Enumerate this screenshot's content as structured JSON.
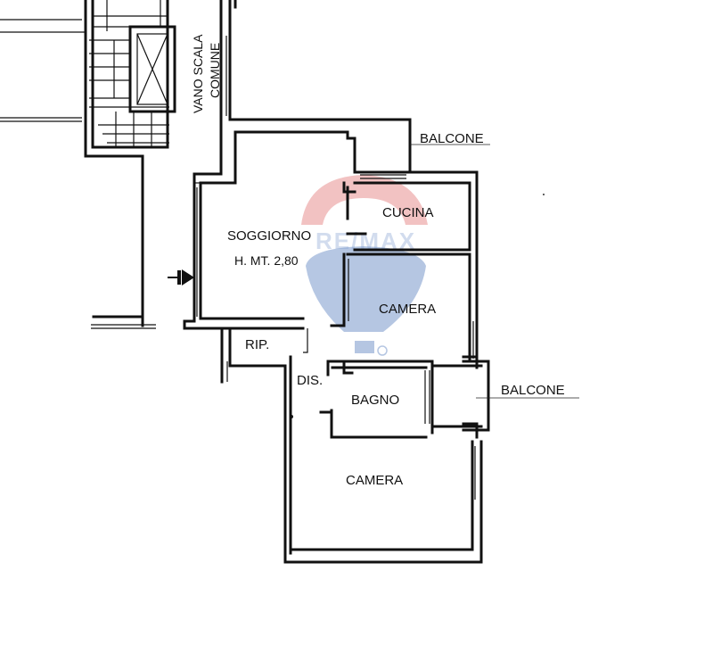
{
  "rooms": {
    "vano_scala": [
      "VANO SCALA",
      "COMUNE"
    ],
    "soggiorno": "SOGGIORNO",
    "height_note": "H. MT. 2,80",
    "cucina": "CUCINA",
    "camera_1": "CAMERA",
    "rip": "RIP.",
    "dis": "DIS.",
    "bagno": "BAGNO",
    "camera_2": "CAMERA",
    "balcone_1": "BALCONE",
    "balcone_2": "BALCONE"
  },
  "watermark": {
    "text": "RE/MAX",
    "colors": {
      "red": "#d9504f",
      "blue": "#2d5fae"
    }
  },
  "colors": {
    "wall": "#111111",
    "background": "#ffffff"
  },
  "icons": {
    "entrance": "entrance-arrow-icon"
  }
}
